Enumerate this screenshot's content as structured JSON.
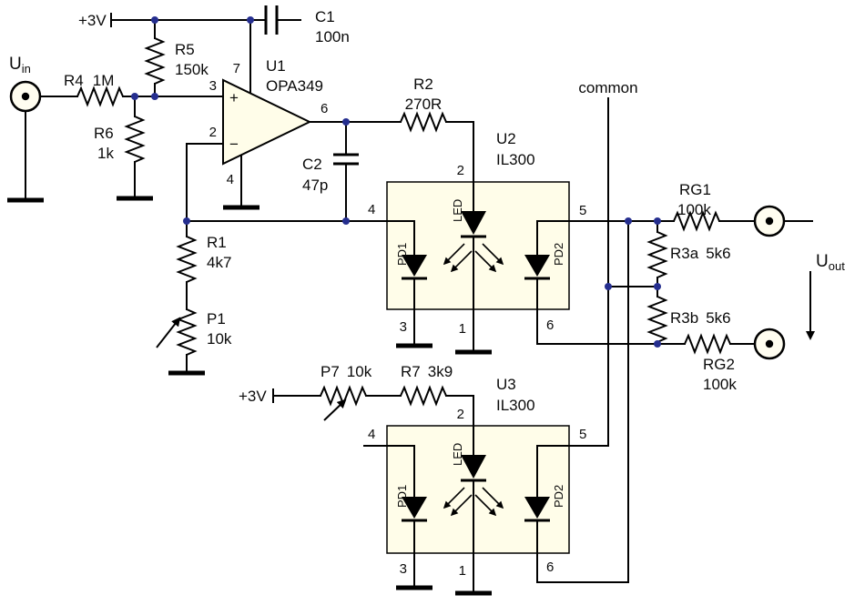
{
  "labels": {
    "supply_top": "+3V",
    "supply_bottom": "+3V",
    "common": "common",
    "u_in": {
      "base": "U",
      "sub": "in"
    },
    "u_out": {
      "base": "U",
      "sub": "out"
    }
  },
  "opamp": {
    "ref": "U1",
    "part": "OPA349",
    "plus": "+",
    "minus": "−",
    "pin3": "3",
    "pin2": "2",
    "pin7": "7",
    "pin4": "4",
    "pin6": "6"
  },
  "components": {
    "r4": {
      "ref": "R4",
      "value": "1M"
    },
    "r5": {
      "ref": "R5",
      "value": "150k"
    },
    "r6": {
      "ref": "R6",
      "value": "1k"
    },
    "r1": {
      "ref": "R1",
      "value": "4k7"
    },
    "r2": {
      "ref": "R2",
      "value": "270R"
    },
    "r7": {
      "ref": "R7",
      "value": "3k9"
    },
    "p1": {
      "ref": "P1",
      "value": "10k"
    },
    "p7": {
      "ref": "P7",
      "value": "10k"
    },
    "c1": {
      "ref": "C1",
      "value": "100n"
    },
    "c2": {
      "ref": "C2",
      "value": "47p"
    },
    "rg1": {
      "ref": "RG1",
      "value": "100k"
    },
    "rg2": {
      "ref": "RG2",
      "value": "100k"
    },
    "r3a": {
      "ref": "R3a",
      "value": "5k6"
    },
    "r3b": {
      "ref": "R3b",
      "value": "5k6"
    }
  },
  "u2": {
    "ref": "U2",
    "part": "IL300",
    "led": "LED",
    "pd1": "PD1",
    "pd2": "PD2",
    "pin2": "2",
    "pin4": "4",
    "pin5": "5",
    "pin3": "3",
    "pin1": "1",
    "pin6": "6"
  },
  "u3": {
    "ref": "U3",
    "part": "IL300",
    "led": "LED",
    "pd1": "PD1",
    "pd2": "PD2",
    "pin2": "2",
    "pin4": "4",
    "pin5": "5",
    "pin3": "3",
    "pin1": "1",
    "pin6": "6"
  },
  "colors": {
    "wire": "#000000",
    "junction": "#252e8f",
    "ic_fill": "#fffde9",
    "bnc_fill": "#fffdf0"
  }
}
